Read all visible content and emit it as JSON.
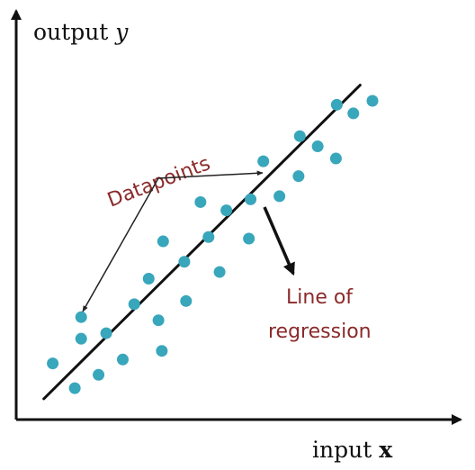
{
  "chart_data": {
    "type": "scatter",
    "xlabel": {
      "text": "input ",
      "var": "x"
    },
    "ylabel": {
      "text": "output ",
      "var": "y"
    },
    "annotations": {
      "datapoints_label": "Datapoints",
      "regression_label_line1": "Line of",
      "regression_label_line2": "regression"
    },
    "xlim": [
      0,
      100
    ],
    "ylim": [
      0,
      100
    ],
    "grid": false,
    "points": [
      {
        "x": 8.6,
        "y": 14.3
      },
      {
        "x": 13.8,
        "y": 8.0
      },
      {
        "x": 15.3,
        "y": 20.6
      },
      {
        "x": 15.3,
        "y": 26.1
      },
      {
        "x": 19.4,
        "y": 11.4
      },
      {
        "x": 21.2,
        "y": 22.0
      },
      {
        "x": 25.1,
        "y": 15.3
      },
      {
        "x": 27.8,
        "y": 29.4
      },
      {
        "x": 31.2,
        "y": 35.9
      },
      {
        "x": 33.5,
        "y": 25.3
      },
      {
        "x": 34.3,
        "y": 17.5
      },
      {
        "x": 34.6,
        "y": 45.4
      },
      {
        "x": 39.6,
        "y": 40.2
      },
      {
        "x": 40.0,
        "y": 30.2
      },
      {
        "x": 43.4,
        "y": 55.4
      },
      {
        "x": 45.3,
        "y": 46.5
      },
      {
        "x": 47.9,
        "y": 37.6
      },
      {
        "x": 49.5,
        "y": 53.3
      },
      {
        "x": 54.8,
        "y": 46.1
      },
      {
        "x": 55.2,
        "y": 56.1
      },
      {
        "x": 58.2,
        "y": 65.8
      },
      {
        "x": 62.0,
        "y": 56.9
      },
      {
        "x": 66.5,
        "y": 62.0
      },
      {
        "x": 66.8,
        "y": 72.2
      },
      {
        "x": 71.0,
        "y": 69.6
      },
      {
        "x": 75.3,
        "y": 66.5
      },
      {
        "x": 75.5,
        "y": 80.2
      },
      {
        "x": 79.4,
        "y": 78.0
      },
      {
        "x": 83.9,
        "y": 81.2
      }
    ],
    "regression_line": {
      "x": [
        6.5,
        81.0
      ],
      "y": [
        5.3,
        85.2
      ]
    }
  },
  "colors": {
    "axis": "#111111",
    "points": "#38a6bb",
    "regression_line": "#111111",
    "annotation_text": "#8b2a2a",
    "annotation_arrow": "#222222"
  }
}
